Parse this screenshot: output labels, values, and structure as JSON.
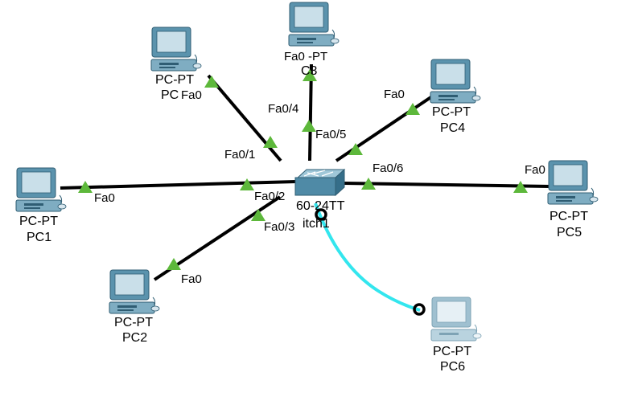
{
  "colors": {
    "background": "#ffffff",
    "ethernet_link": "#000000",
    "crossover_link": "#33e6ee",
    "link_up_indicator": "#5db83b",
    "link_endpoint_ring": "#000000",
    "device_body": "#5b93ad",
    "device_screen": "#c9dfe9",
    "device_faded_body": "#9fc0d0"
  },
  "icons": {
    "pc": "pc-icon",
    "switch": "switch-icon",
    "link_up": "link-up-triangle",
    "link_endpoint": "link-endpoint-ring"
  },
  "switch": {
    "model": "60-24TT",
    "name": "itch1"
  },
  "pcs": [
    {
      "id": "pc0",
      "model": "PC-PT",
      "name": "PC"
    },
    {
      "id": "pc1",
      "model": "PC-PT",
      "name": "PC1"
    },
    {
      "id": "pc2",
      "model": "PC-PT",
      "name": "PC2"
    },
    {
      "id": "pc3",
      "model": "",
      "name": "C3"
    },
    {
      "id": "pc4",
      "model": "PC-PT",
      "name": "PC4"
    },
    {
      "id": "pc5",
      "model": "PC-PT",
      "name": "PC5"
    },
    {
      "id": "pc6",
      "model": "PC-PT",
      "name": "PC6"
    }
  ],
  "links": [
    {
      "pc": "pc1",
      "pc_port": "Fa0",
      "switch_port": "Fa0/2",
      "type": "straight",
      "status": "up"
    },
    {
      "pc": "pc0",
      "pc_port": "Fa0",
      "switch_port": "Fa0/1",
      "type": "straight",
      "status": "up"
    },
    {
      "pc": "pc3",
      "pc_port": "Fa0 -PT",
      "switch_port": "Fa0/4",
      "type": "straight",
      "status": "up"
    },
    {
      "pc": "pc4",
      "pc_port": "Fa0",
      "switch_port": "Fa0/5",
      "type": "straight",
      "status": "up"
    },
    {
      "pc": "pc5",
      "pc_port": "Fa0",
      "switch_port": "Fa0/6",
      "type": "straight",
      "status": "up"
    },
    {
      "pc": "pc2",
      "pc_port": "Fa0",
      "switch_port": "Fa0/3",
      "type": "straight",
      "status": "up"
    },
    {
      "pc": "pc6",
      "pc_port": "",
      "switch_port": "",
      "type": "crossover",
      "status": "down"
    }
  ]
}
